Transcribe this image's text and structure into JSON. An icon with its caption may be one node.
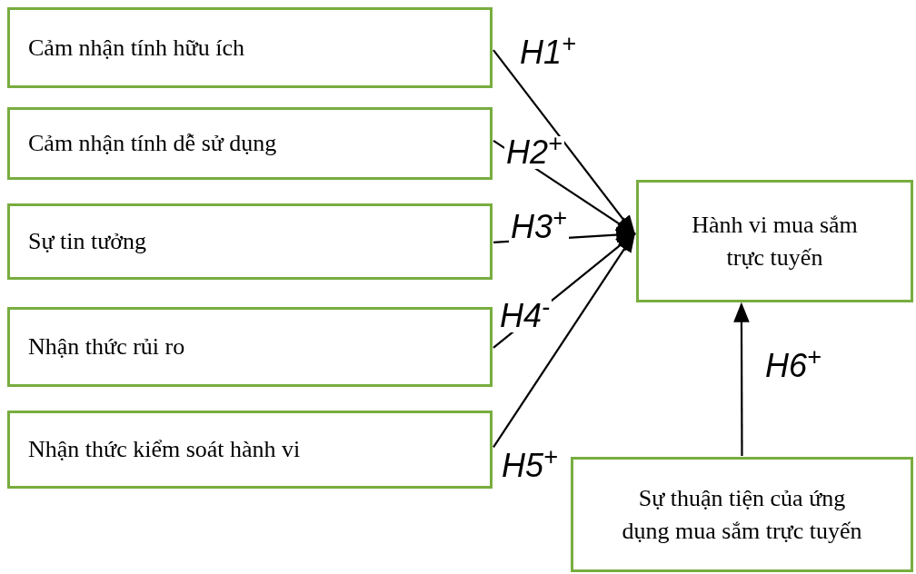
{
  "diagram": {
    "nodes": [
      {
        "text": [
          "Cảm nhận tính hữu ích"
        ]
      },
      {
        "text": [
          "Cảm nhận tính dễ sử dụng"
        ]
      },
      {
        "text": [
          "Sự tin tưởng"
        ]
      },
      {
        "text": [
          "Nhận thức rủi ro"
        ]
      },
      {
        "text": [
          "Nhận thức kiểm soát hành vi"
        ]
      },
      {
        "text": [
          "Hành vi mua sắm trực tuyến"
        ]
      },
      {
        "text": [
          "Sự thuận tiện của ứng dụng mua sắm trực tuyến"
        ]
      }
    ],
    "edges": [
      {
        "from": 0,
        "to": 5,
        "arrow": "to",
        "label": "H1$^{+}$"
      },
      {
        "from": 1,
        "to": 5,
        "arrow": "to",
        "label": "H2$^{+}$"
      },
      {
        "from": 2,
        "to": 5,
        "arrow": "to",
        "label": "H3$^{+}$"
      },
      {
        "from": 3,
        "to": 5,
        "arrow": "to",
        "label": "H4$^{-}$"
      },
      {
        "from": 4,
        "to": 5,
        "arrow": "to",
        "label": "H5$^{+}$"
      },
      {
        "from": 6,
        "to": 5,
        "arrow": "to",
        "label": "H6$^{+}$"
      }
    ]
  }
}
